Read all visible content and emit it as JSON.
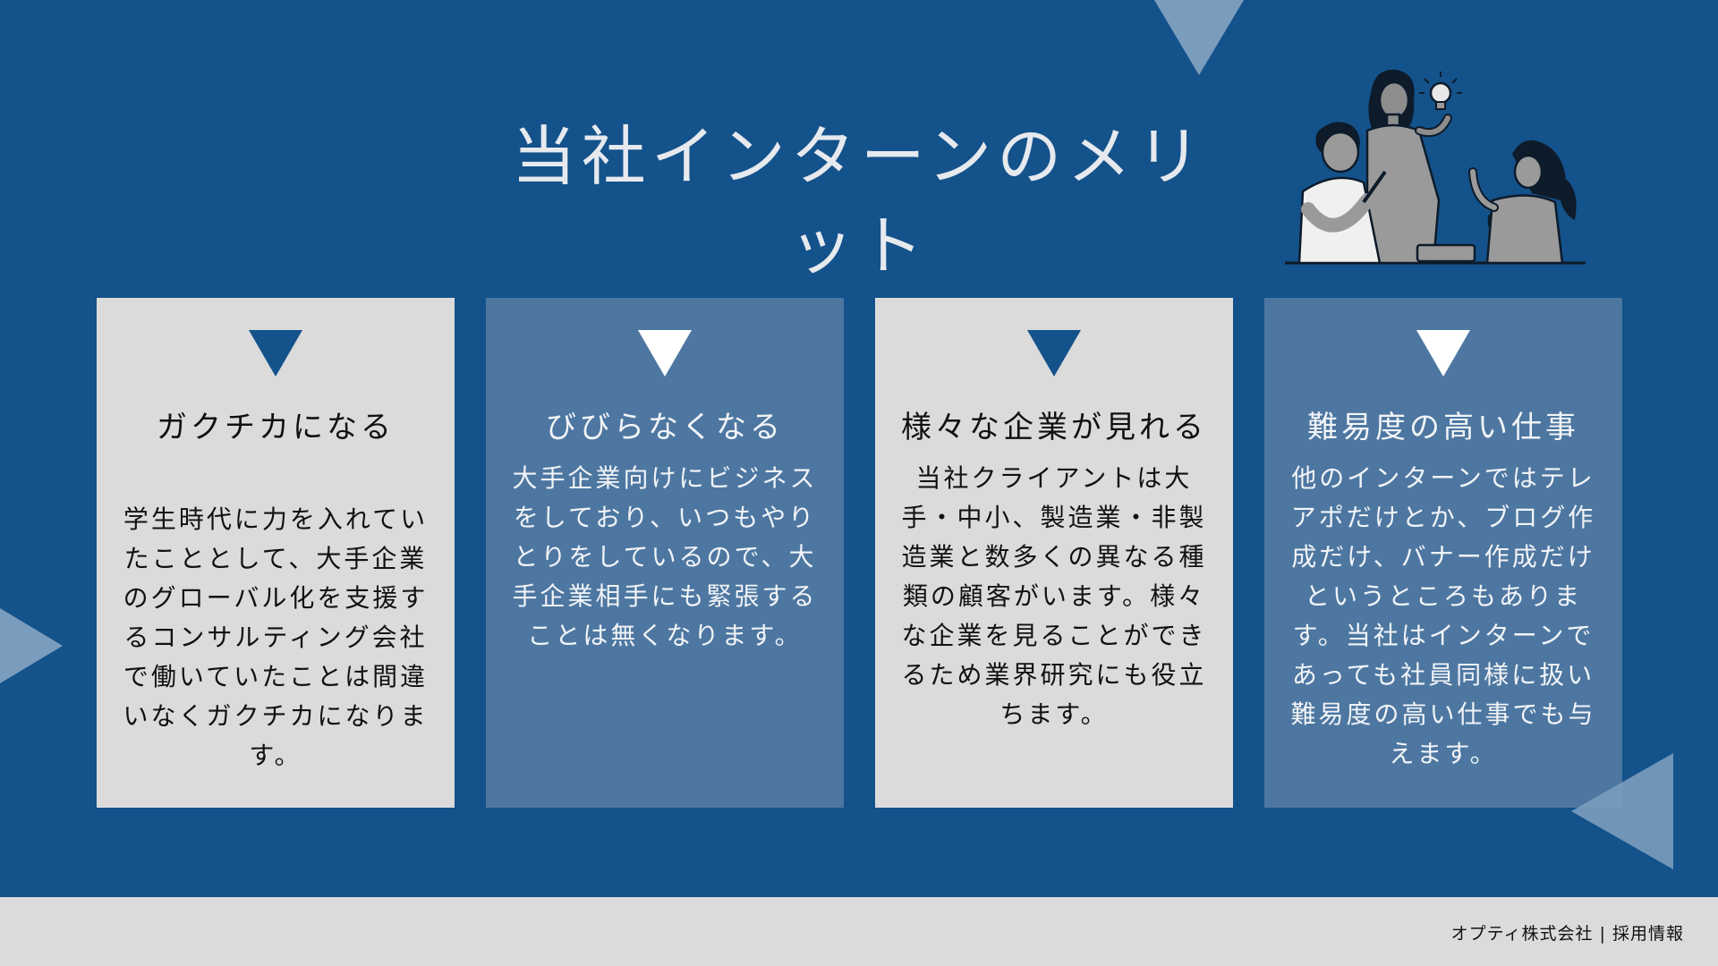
{
  "slide": {
    "title": "当社インターンのメリット",
    "background_color": "#14528b",
    "accent_dark": "#14528b",
    "accent_light": "#ffffff",
    "decorative_triangle_color": "#7a9cbd"
  },
  "cards": [
    {
      "title": "ガクチカになる",
      "body": "学生時代に力を入れていたこととして、大手企業のグローバル化を支援するコンサルティング会社で働いていたことは間違いなくガクチカになります。",
      "icon": "triangle-down-icon",
      "color": "#dbdbdc"
    },
    {
      "title": "びびらなくなる",
      "body": "大手企業向けにビジネスをしており、いつもやりとりをしているので、大手企業相手にも緊張することは無くなります。",
      "icon": "triangle-down-icon",
      "color": "#4d77a1"
    },
    {
      "title": "様々な企業が見れる",
      "body": "当社クライアントは大手・中小、製造業・非製造業と数多くの異なる種類の顧客がいます。様々な企業を見ることができるため業界研究にも役立ちます。",
      "icon": "triangle-down-icon",
      "color": "#dbdbdc"
    },
    {
      "title": "難易度の高い仕事",
      "body": "他のインターンではテレアポだけとか、ブログ作成だけ、バナー作成だけというところもあります。当社はインターンであっても社員同様に扱い難易度の高い仕事でも与えます。",
      "icon": "triangle-down-icon",
      "color": "#4d77a1"
    }
  ],
  "illustration": {
    "icon": "people-discussing-idea-illustration"
  },
  "footer": {
    "text": "オプティ株式会社 | 採用情報"
  }
}
